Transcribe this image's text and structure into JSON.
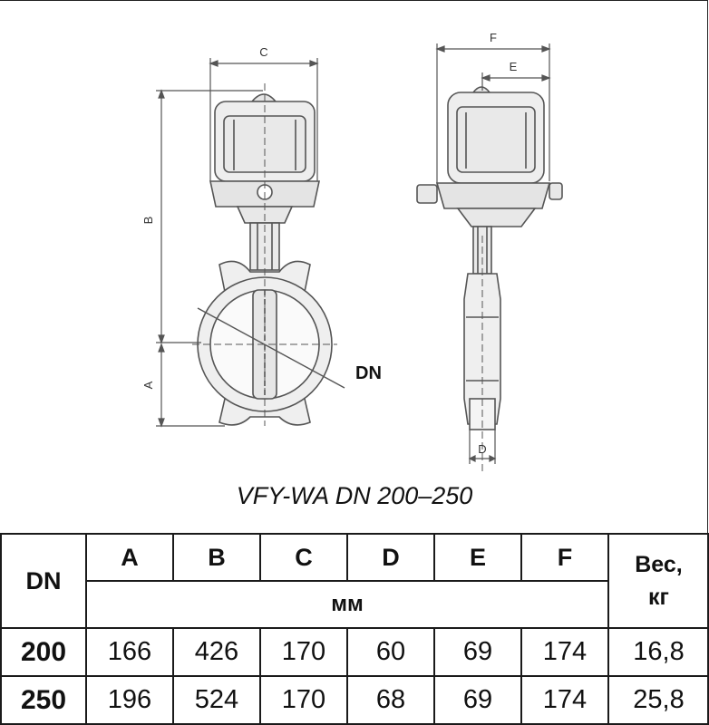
{
  "drawing": {
    "dim_labels": {
      "A": "A",
      "B": "B",
      "C": "C",
      "D": "D",
      "E": "E",
      "F": "F"
    },
    "dn_label": "DN"
  },
  "caption": "VFY-WA DN 200–250",
  "table": {
    "header": {
      "dn": "DN",
      "columns": [
        "A",
        "B",
        "C",
        "D",
        "E",
        "F"
      ],
      "unit": "мм",
      "weight_line1": "Вес,",
      "weight_line2": "кг"
    },
    "rows": [
      {
        "dn": "200",
        "values": [
          "166",
          "426",
          "170",
          "60",
          "69",
          "174"
        ],
        "weight": "16,8"
      },
      {
        "dn": "250",
        "values": [
          "196",
          "524",
          "170",
          "68",
          "69",
          "174"
        ],
        "weight": "25,8"
      }
    ]
  }
}
